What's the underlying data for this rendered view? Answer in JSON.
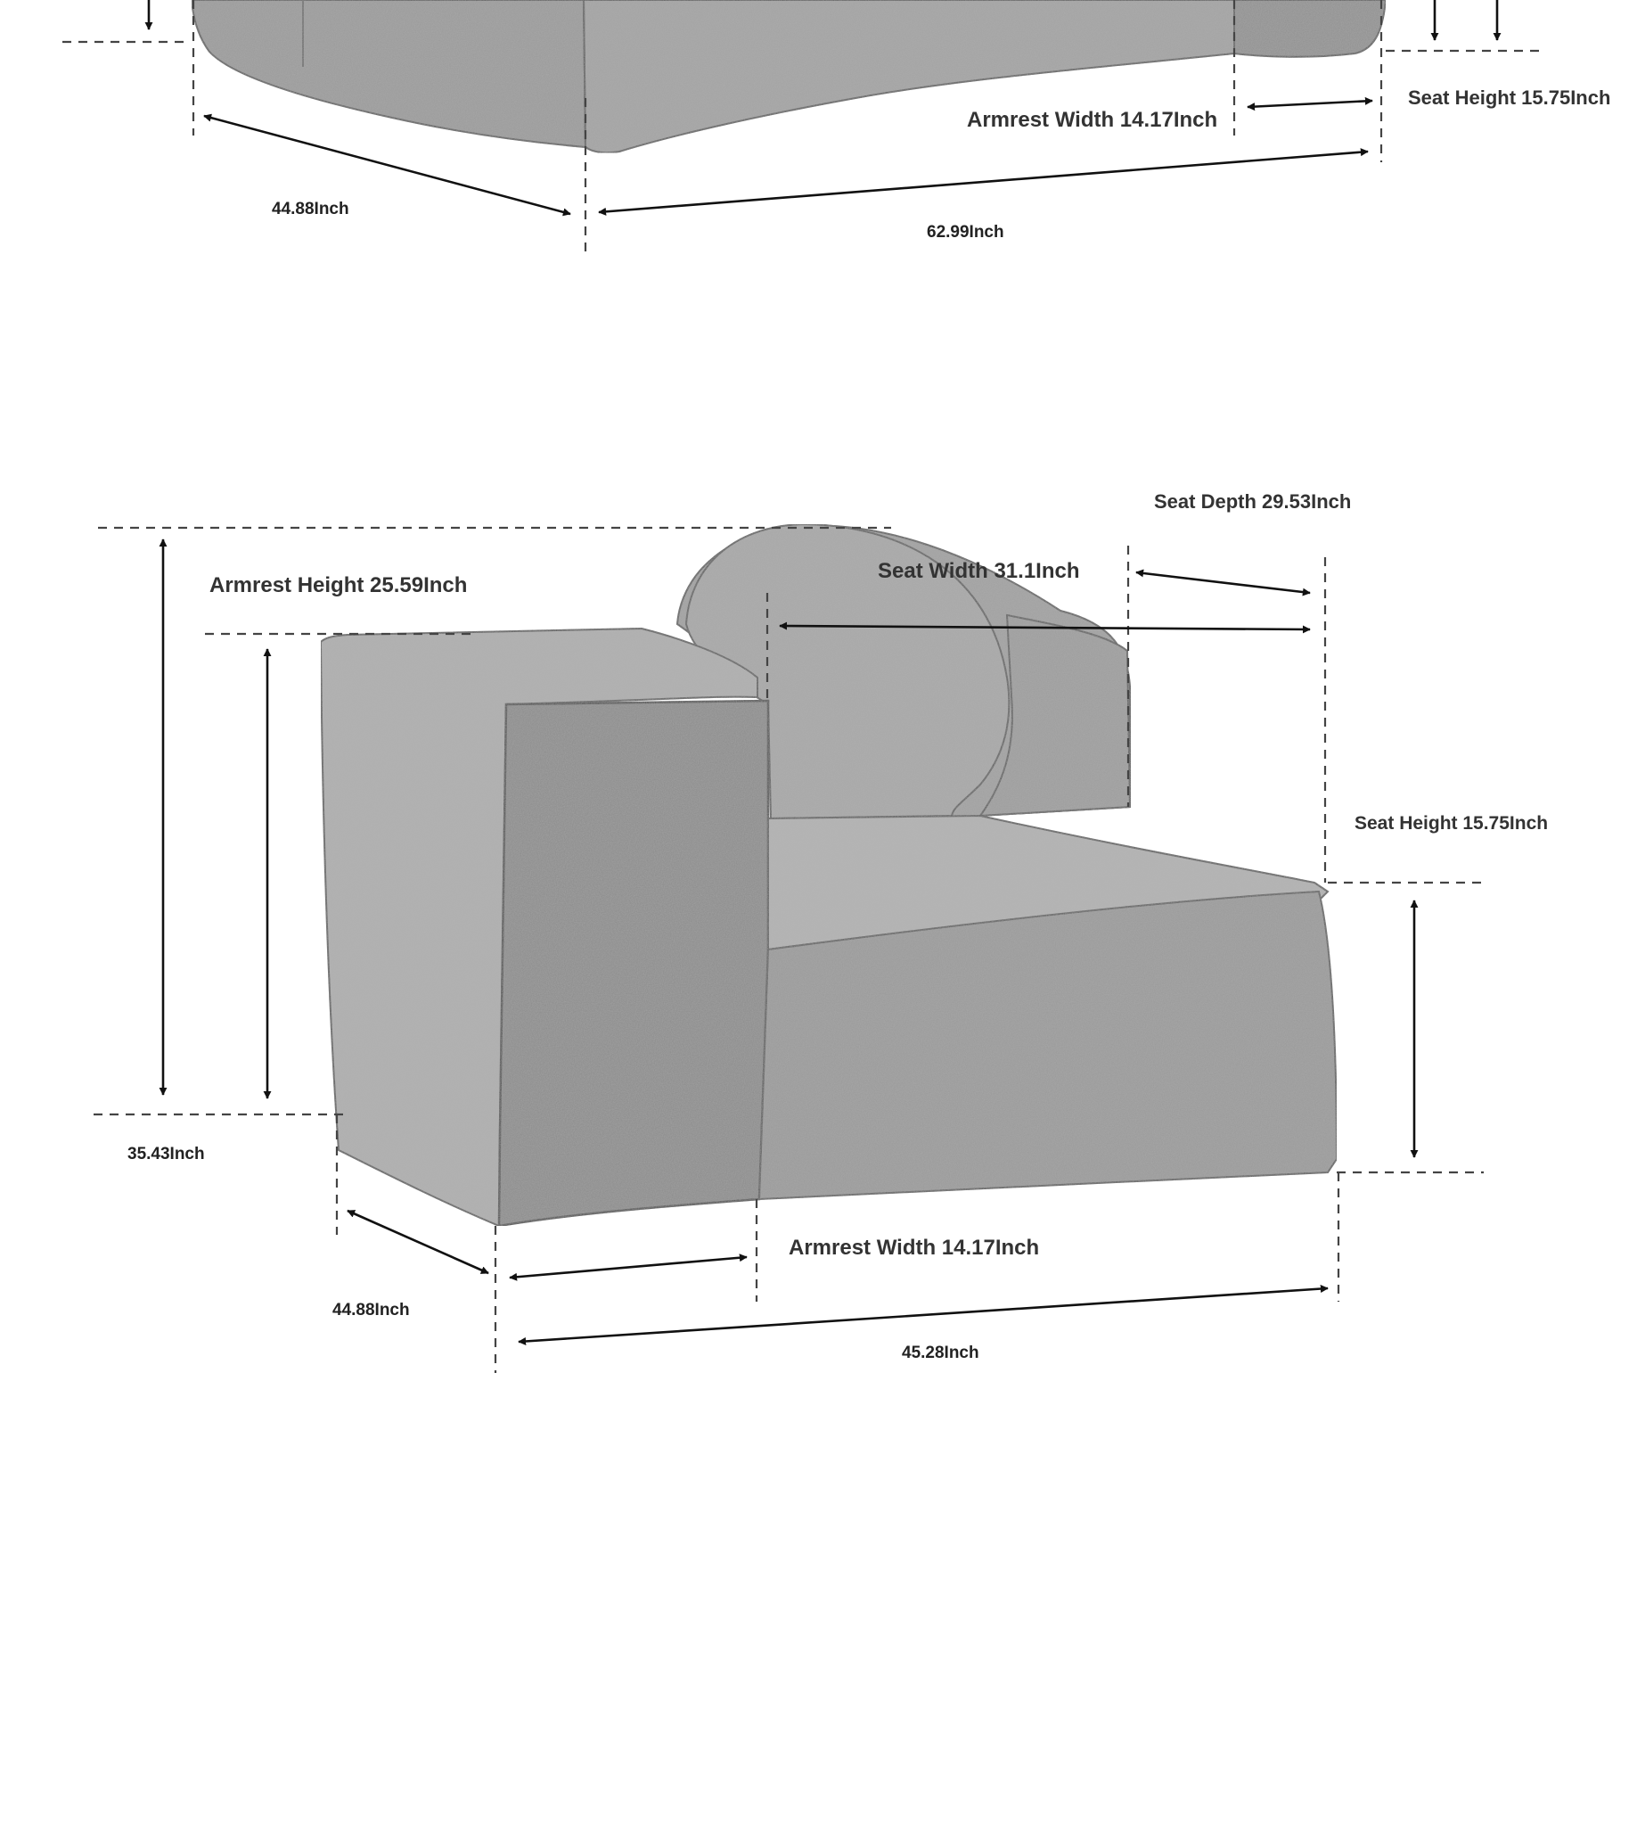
{
  "diagrams": [
    {
      "id": "sofa-top-partial",
      "labels": {
        "armrest_width": "Armrest Width 14.17Inch",
        "seat_height": "Seat Height 15.75Inch",
        "depth": "44.88Inch",
        "width": "62.99Inch"
      }
    },
    {
      "id": "chair-bottom",
      "labels": {
        "seat_depth": "Seat Depth 29.53Inch",
        "seat_width": "Seat Width 31.1Inch",
        "armrest_height": "Armrest Height 25.59Inch",
        "seat_height": "Seat Height 15.75Inch",
        "total_height": "35.43Inch",
        "armrest_width": "Armrest Width 14.17Inch",
        "depth": "44.88Inch",
        "width": "45.28Inch"
      }
    }
  ],
  "colors": {
    "upholstery_base": "#9a9a9a",
    "upholstery_dark": "#838383",
    "upholstery_light": "#b3b3b3",
    "line": "#111111",
    "dash": "#444444",
    "text": "#333333"
  }
}
